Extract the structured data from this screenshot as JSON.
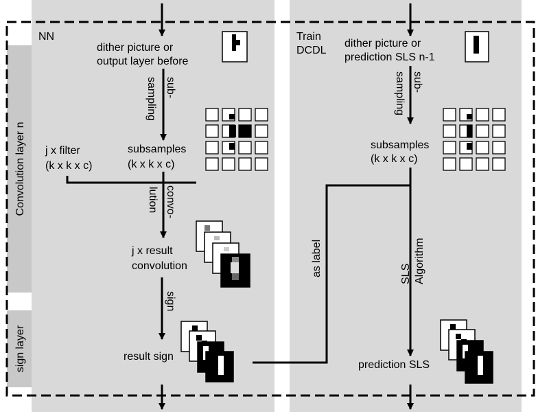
{
  "left_panel": {
    "title": "NN",
    "input_label_line1": "dither picture or",
    "input_label_line2": "output layer before",
    "subsampling_label_line1": "sub-",
    "subsampling_label_line2": "sampling",
    "filter_label_line1": "j x filter",
    "filter_label_line2": "(k x k x c)",
    "subsamples_line1": "subsamples",
    "subsamples_line2": "(k x k x c)",
    "convolution_label_line1": "convo-",
    "convolution_label_line2": "lution",
    "result_conv_line1": "j x result",
    "result_conv_line2": "convolution",
    "sign_label": "sign",
    "result_sign_label": "result sign"
  },
  "right_panel": {
    "title_line1": "Train",
    "title_line2": "DCDL",
    "input_label_line1": "dither picture or",
    "input_label_line2": "prediction SLS n-1",
    "subsampling_label_line1": "sub-",
    "subsampling_label_line2": "sampling",
    "subsamples_line1": "subsamples",
    "subsamples_line2": "(k x k x c)",
    "as_label": "as label",
    "sls_line1": "SLS",
    "sls_line2": "Algorithm",
    "prediction_label": "prediction SLS"
  },
  "side_labels": {
    "conv_layer": "Convolution layer n",
    "sign_layer": "sign layer"
  },
  "colors": {
    "panel_bg": "#d9d9d9",
    "side_band": "#c8c8c8",
    "line": "#000000"
  }
}
